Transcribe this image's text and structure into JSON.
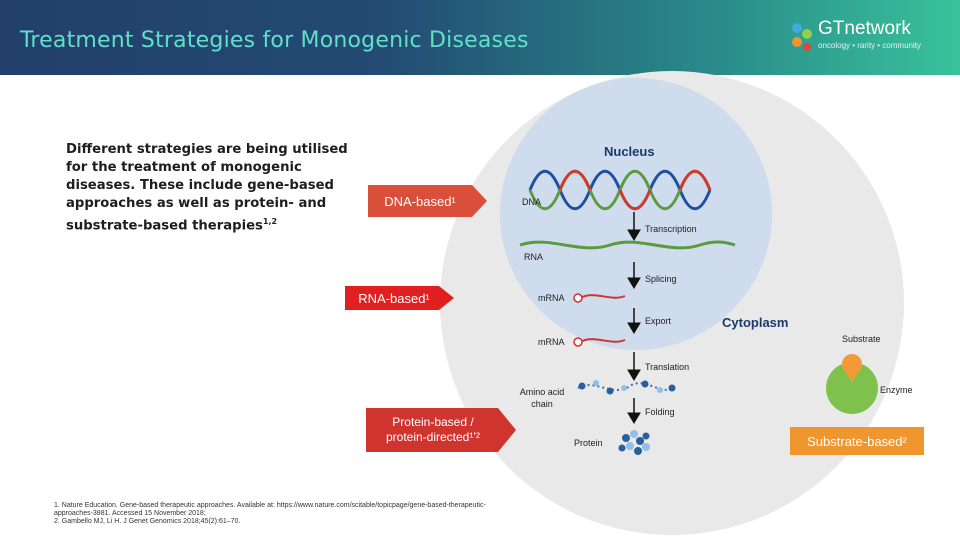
{
  "header": {
    "title": "Treatment Strategies for Monogenic Diseases",
    "logo_main": "GTnetwork",
    "logo_sub": "oncology • rarity • community"
  },
  "intro": {
    "text": "Different strategies are being utilised for the treatment of monogenic diseases. These include gene-based approaches as well as protein- and substrate-based therapies",
    "sup": "1,2"
  },
  "regions": {
    "nucleus": "Nucleus",
    "cytoplasm": "Cytoplasm"
  },
  "strategies": {
    "dna_based": "DNA-based¹",
    "rna_based": "RNA-based¹",
    "protein_based_line1": "Protein-based /",
    "protein_based_line2": "protein-directed¹ʼ²",
    "substrate_based": "Substrate-based²"
  },
  "molecules": {
    "dna": "DNA",
    "rna": "RNA",
    "mrna_nucleus": "mRNA",
    "mrna_cytoplasm": "mRNA",
    "amino_acid_line1": "Amino acid",
    "amino_acid_line2": "chain",
    "protein": "Protein",
    "substrate": "Substrate",
    "enzyme": "Enzyme"
  },
  "steps": {
    "transcription": "Transcription",
    "splicing": "Splicing",
    "export": "Export",
    "translation": "Translation",
    "folding": "Folding"
  },
  "colors": {
    "header_start": "#223f6b",
    "header_end": "#39c29b",
    "title_text": "#5fe0c8",
    "dna_arrow": "#d94f3a",
    "rna_arrow": "#e02020",
    "protein_arrow": "#d0342f",
    "substrate_box": "#f0962e",
    "nucleus_fill": "#cfdcee",
    "cell_fill": "#e8e8e8",
    "enzyme_green": "#7ec24d",
    "substrate_orange": "#f19a37"
  },
  "footer": {
    "ref1": "1. Nature Education. Gene-based therapeutic approaches. Available at: https://www.nature.com/scitable/topicpage/gene-based-therapeutic-approaches-3881. Accessed 15 November 2018;",
    "ref2": "2. Gambello MJ, Li H. J Genet Genomics 2018;45(2):61–70."
  }
}
